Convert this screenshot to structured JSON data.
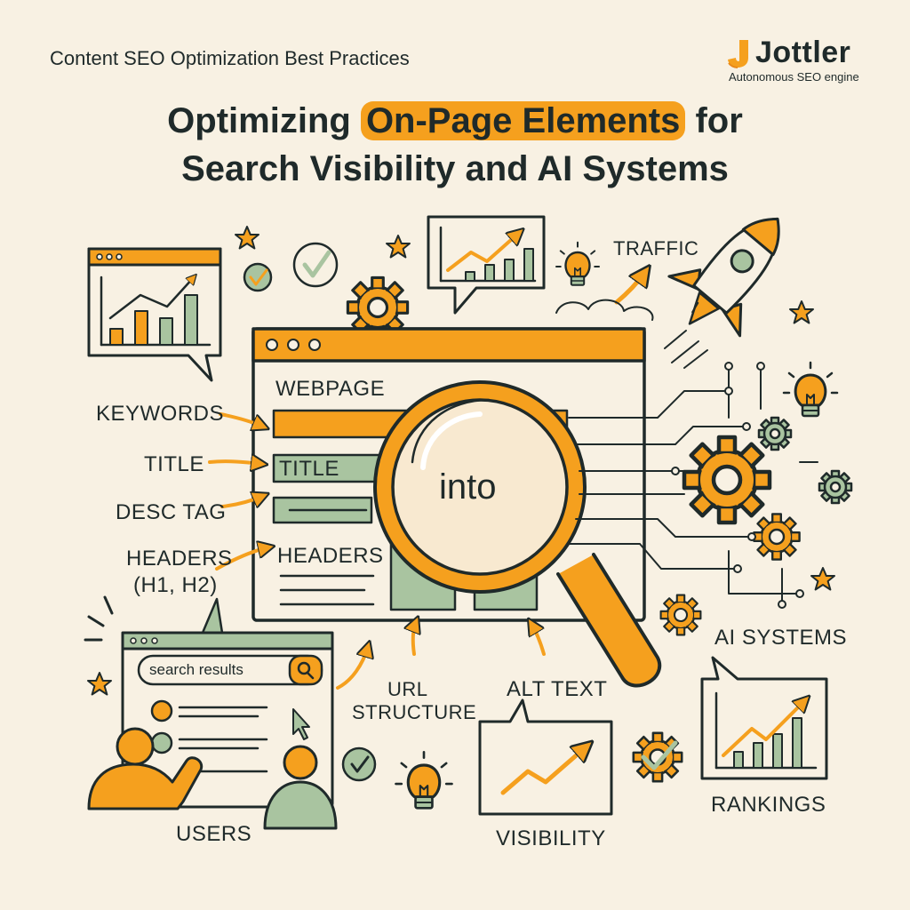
{
  "header": {
    "kicker": "Content SEO Optimization Best Practices",
    "brand_name": "Jottler",
    "brand_tagline": "Autonomous SEO engine",
    "title_prefix": "Optimizing ",
    "title_highlight": "On-Page Elements",
    "title_suffix": " for",
    "title_line2": "Search Visibility and AI Systems"
  },
  "labels": {
    "traffic": "TRAFFIC",
    "webpage": "WEBPAGE",
    "keywords": "KEYWORDS",
    "title": "TITLE",
    "title_field": "TITLE",
    "desc_tag": "DESC TAG",
    "headers": "HEADERS",
    "headers_sub": "(H1, H2)",
    "headers_field": "HEADERS",
    "into": "into",
    "search_results": "search results",
    "url_line1": "URL",
    "url_line2": "STRUCTURE",
    "alt_text": "ALT TEXT",
    "ai_systems": "AI SYSTEMS",
    "users": "USERS",
    "visibility": "VISIBILITY",
    "rankings": "RANKINGS"
  },
  "colors": {
    "accent_orange": "#f5a01e",
    "sage_green": "#a9c4a0",
    "ink": "#1f2a2a",
    "background": "#f8f1e3"
  },
  "icons": [
    "rocket-icon",
    "magnifier-icon",
    "gear-icon",
    "lightbulb-icon",
    "star-icon",
    "checkmark-icon",
    "chart-icon",
    "user-icon",
    "circuit-icon"
  ]
}
